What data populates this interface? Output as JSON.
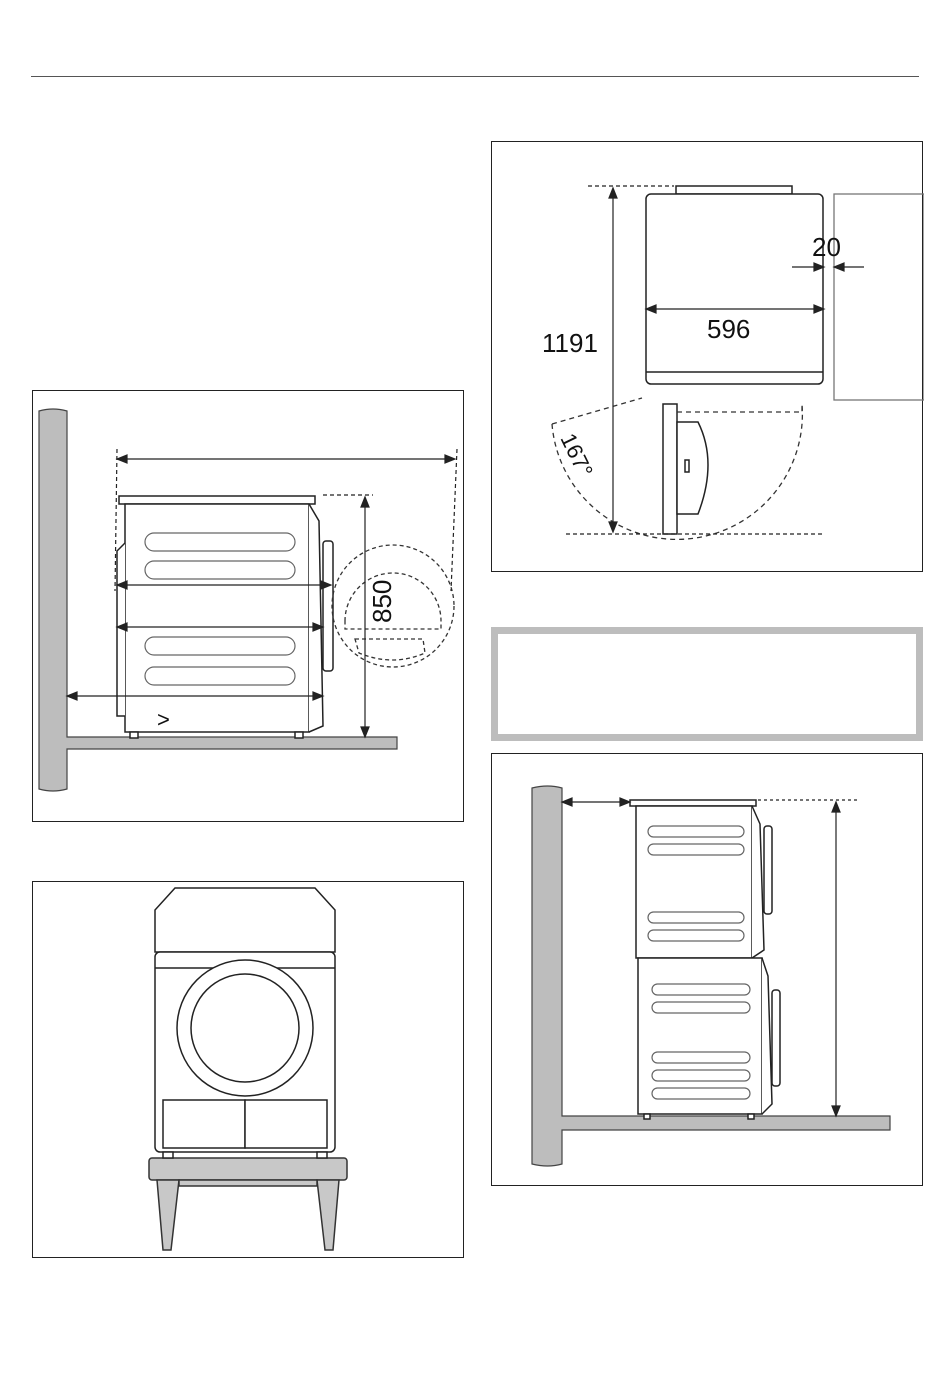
{
  "figures": {
    "side_view": {
      "height_label": "850",
      "clearance_symbol": ">"
    },
    "top_view": {
      "total_height_label": "1191",
      "width_label": "596",
      "gap_label": "20",
      "door_angle_label": "167°"
    },
    "stand_view": {},
    "stacked_view": {}
  },
  "notice": {
    "text": ""
  },
  "colors": {
    "line": "#222222",
    "wall_fill": "#bdbdbd",
    "stand_fill": "#c8c8c8",
    "notice_border": "#bdbdbd"
  }
}
